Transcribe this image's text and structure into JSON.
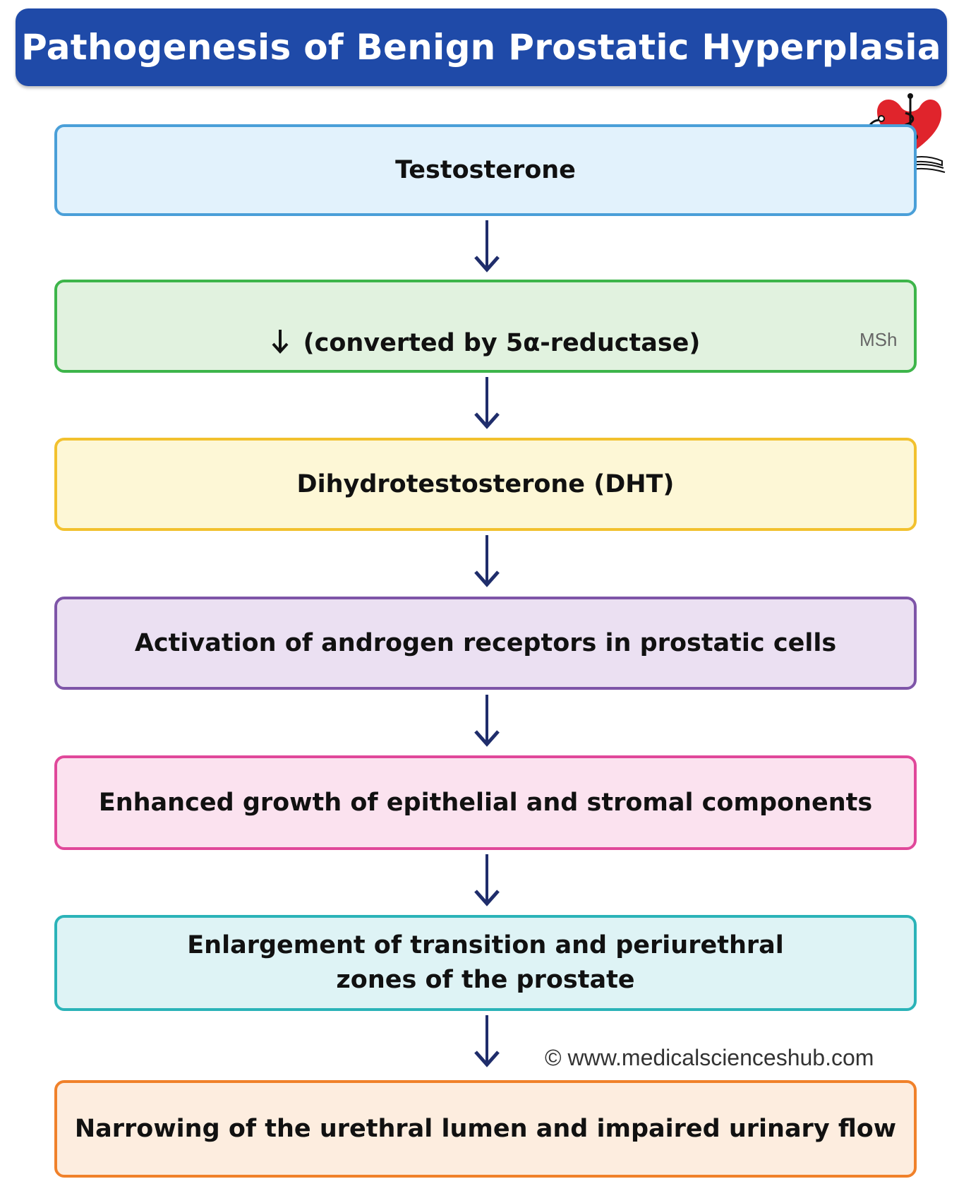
{
  "title": "Pathogenesis of Benign Prostatic Hyperplasia",
  "steps": [
    {
      "label": "Testosterone",
      "border": "#4a9fd8",
      "fill": "#e2f2fc"
    },
    {
      "label": "(converted by 5α-reductase)",
      "border": "#3db54a",
      "fill": "#e1f2df"
    },
    {
      "label": "Dihydrotestosterone (DHT)",
      "border": "#f2c12e",
      "fill": "#fdf7d6"
    },
    {
      "label": "Activation of androgen receptors in prostatic cells",
      "border": "#7e55a8",
      "fill": "#ebe0f2"
    },
    {
      "label": "Enhanced growth of epithelial and stromal components",
      "border": "#e0489a",
      "fill": "#fbe2ef"
    },
    {
      "label": "Enlargement of transition and periurethral\nzones of the prostate",
      "border": "#2bb3b8",
      "fill": "#def3f5"
    },
    {
      "label": "Narrowing of the urethral lumen and impaired urinary flow",
      "border": "#f0812a",
      "fill": "#fdeddf"
    }
  ],
  "arrow_color": "#1f2d6b",
  "title_color": "#1f4aa8",
  "watermark": "MSh",
  "copyright": "© www.medicalscienceshub.com",
  "logo_icon": "heart-caduceus-stethoscope-book-icon"
}
